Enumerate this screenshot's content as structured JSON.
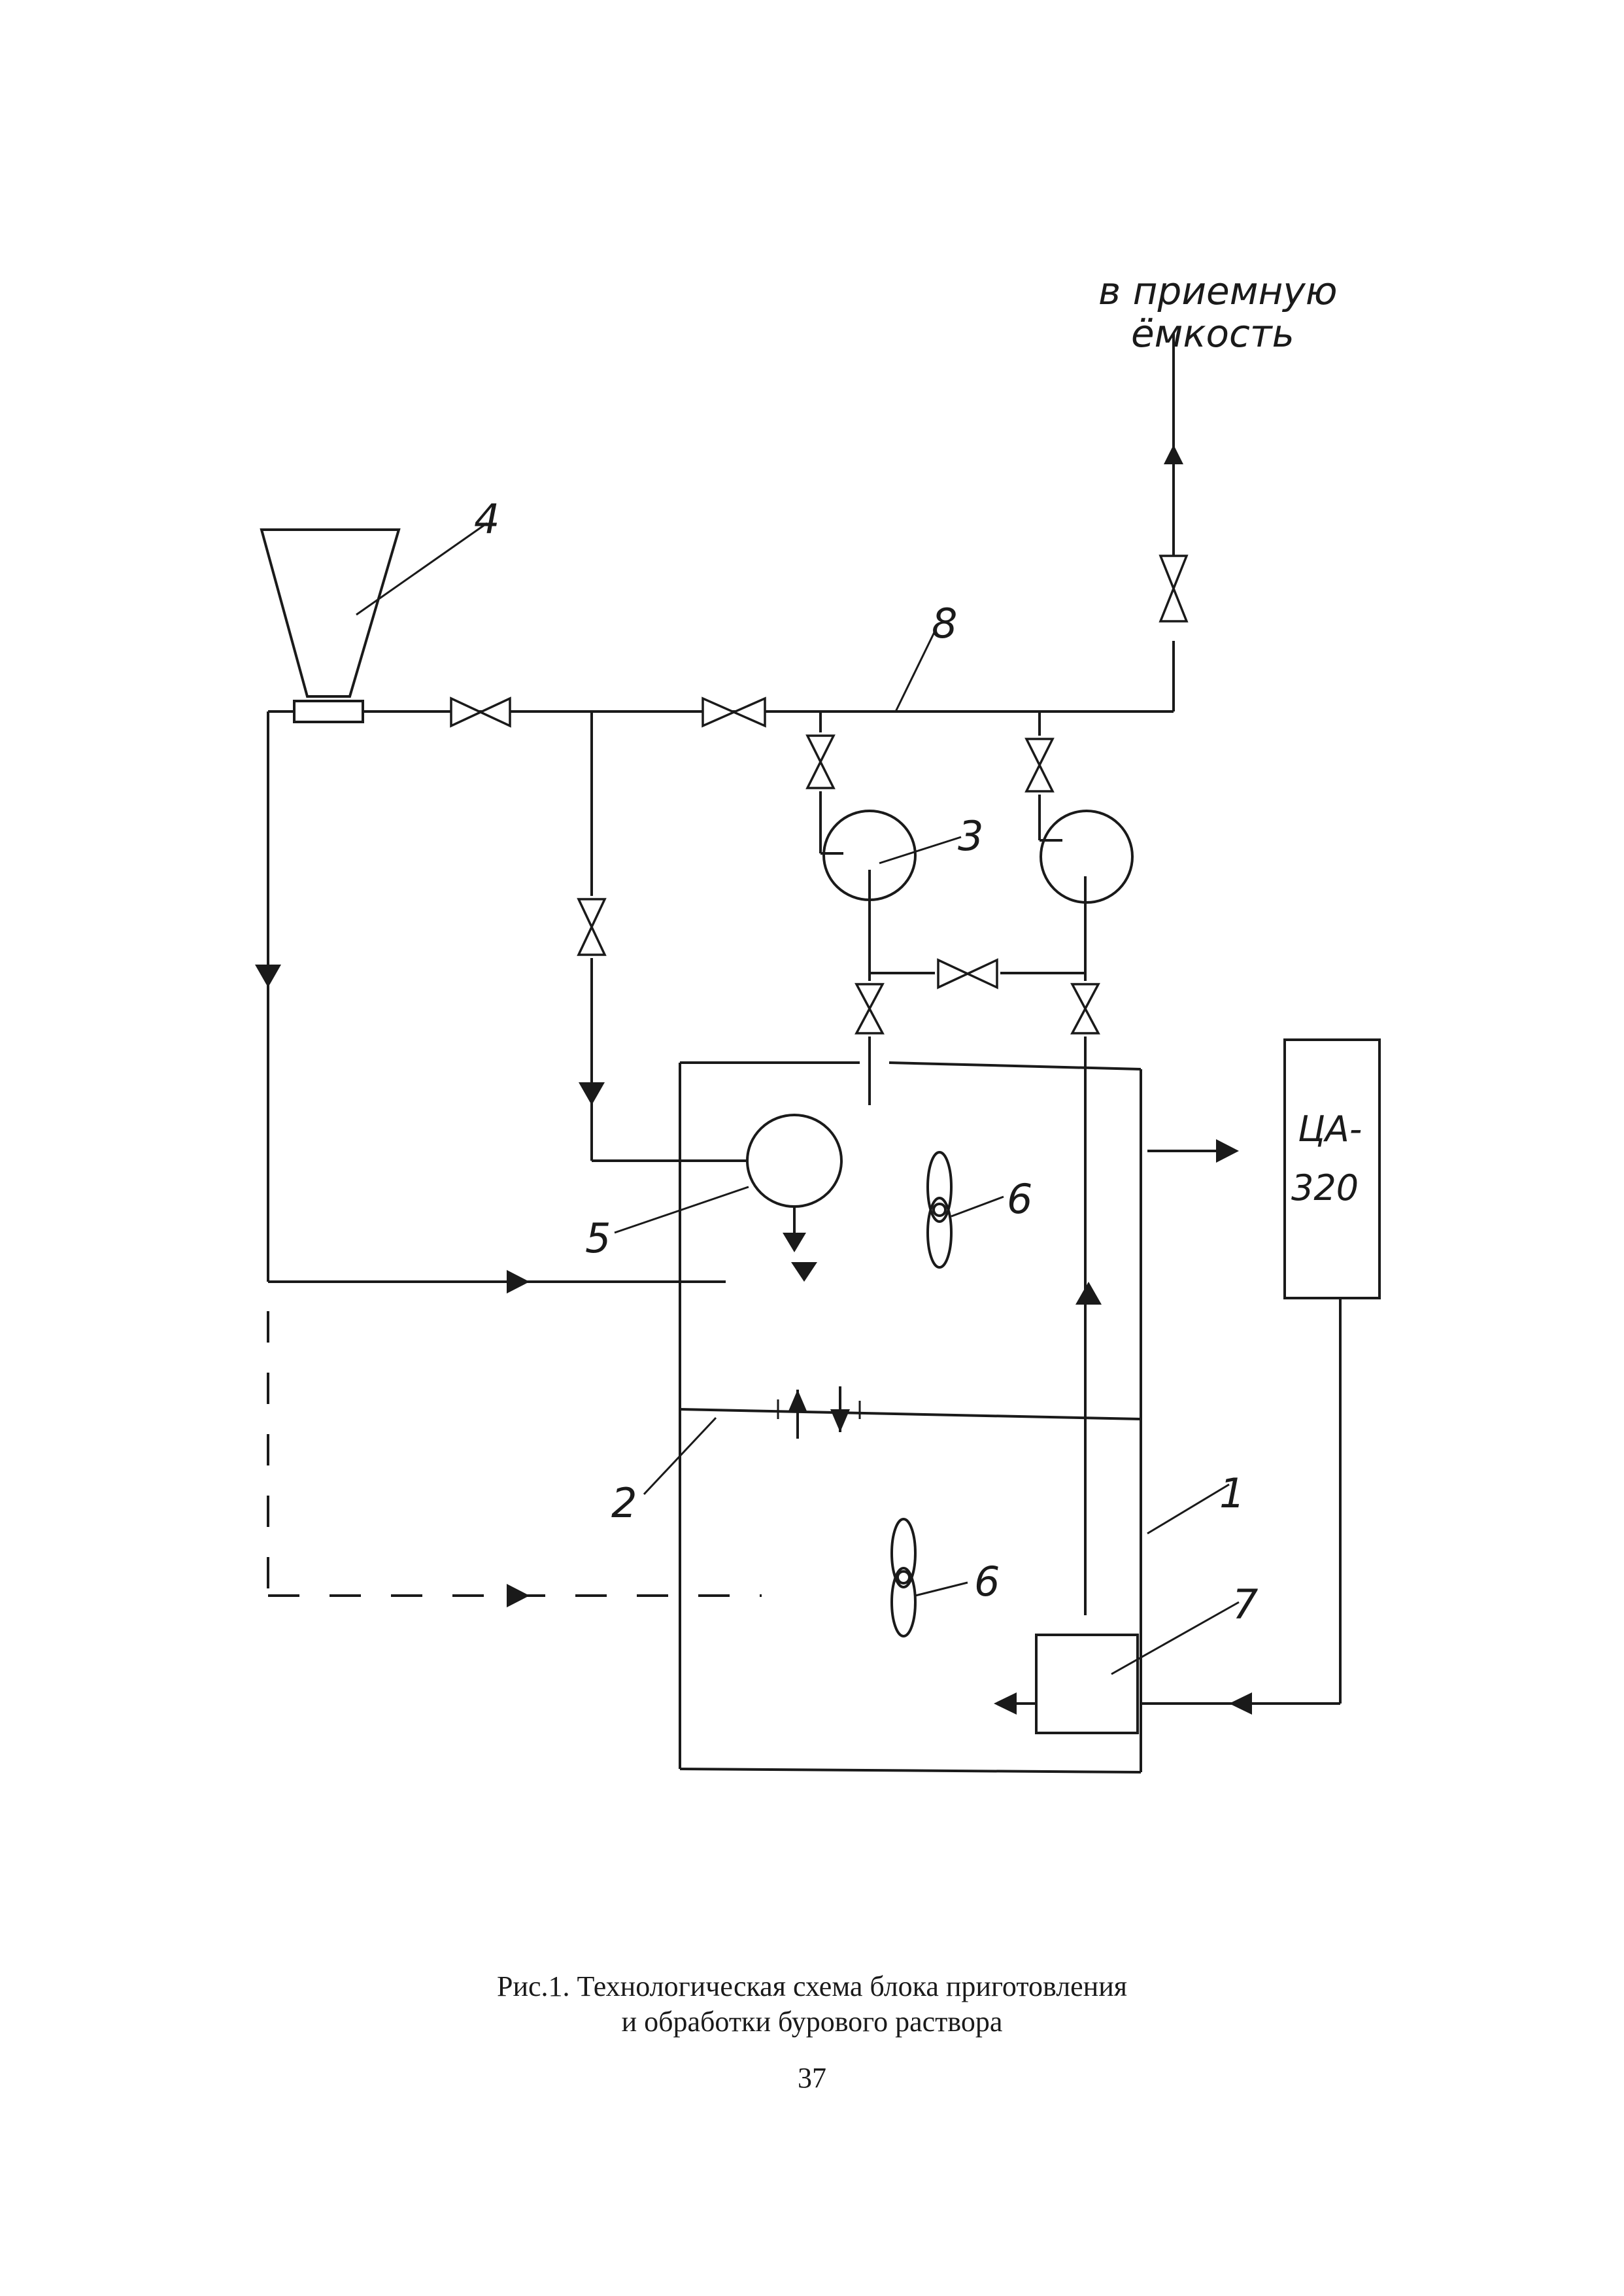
{
  "labels": {
    "destination_line1": "в приемную",
    "destination_line2": "ёмкость",
    "tank": "1",
    "partition": "2",
    "pumps": "3",
    "hopper": "4",
    "unit5": "5",
    "agitator_upper": "6",
    "agitator_lower": "6",
    "unit7": "7",
    "manifold": "8",
    "ca_line1": "ЦА-",
    "ca_line2": "320"
  },
  "caption": {
    "line1": "Рис.1. Технологическая схема блока приготовления",
    "line2": "и обработки бурового раствора",
    "page_number": "37"
  }
}
